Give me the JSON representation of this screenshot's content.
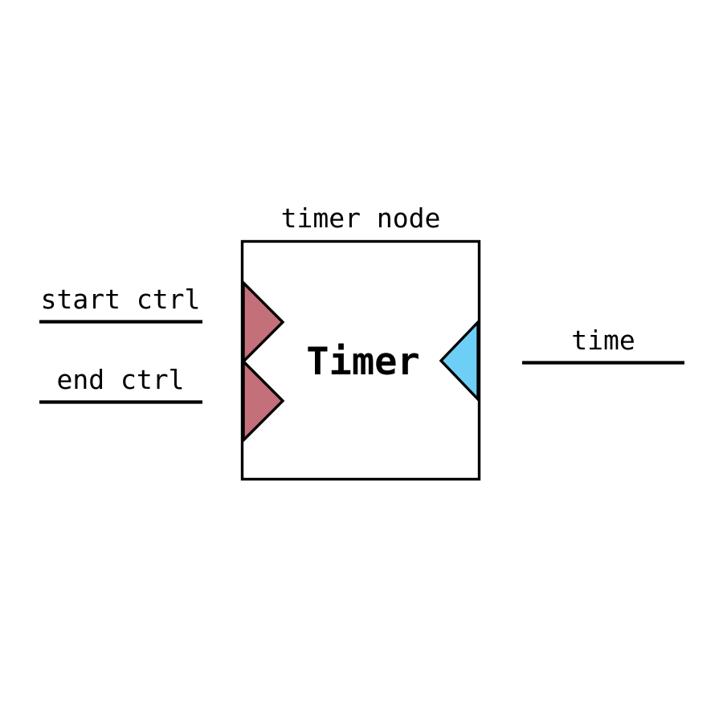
{
  "diagram": {
    "kind": "node-port-diagram",
    "background_color": "#ffffff",
    "stroke_color": "#000000"
  },
  "node": {
    "title": "timer node",
    "label": "Timer",
    "box_fill": "#ffffff",
    "box_stroke": "#000000"
  },
  "ports": {
    "input_color": "#c4707a",
    "output_color": "#6dcff6",
    "inputs": [
      {
        "label": "start ctrl",
        "icon": "input-port-triangle-icon"
      },
      {
        "label": "end ctrl",
        "icon": "input-port-triangle-icon"
      }
    ],
    "outputs": [
      {
        "label": "time",
        "icon": "output-port-triangle-icon"
      }
    ]
  }
}
